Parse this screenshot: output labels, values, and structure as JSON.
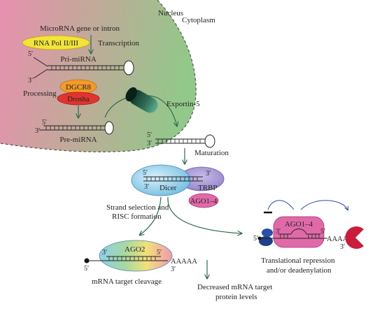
{
  "labels": {
    "nucleus": "Nucleus",
    "cytoplasm": "Cytoplasm",
    "gene": "MicroRNA gene or intron",
    "rna_pol": "RNA Pol II/III",
    "transcription": "Transcription",
    "pri_mirna": "Pri-miRNA",
    "processing": "Processing",
    "dgcr8": "DGCR8",
    "drosha": "Drosha",
    "pre_mirna": "Pre-miRNA",
    "exportin": "Exportin-5",
    "maturation": "Maturation",
    "dicer": "Dicer",
    "trbp": "TRBP",
    "ago14_small": "AGO1–4",
    "strand_line1": "Strand selection and",
    "strand_line2": "RISC formation",
    "ago2": "AGO2",
    "aaaaa_left": "AAAAA",
    "cleavage": "mRNA target cleavage",
    "decreased_line1": "Decreased mRNA target",
    "decreased_line2": "protein levels",
    "ago14_big": "AGO1–4",
    "aaaaa_right": "AAAAA",
    "transl_line1": "Translational repression",
    "transl_line2": "and/or deadenylation"
  },
  "ends": {
    "five": "5′",
    "three": "3′"
  },
  "colors": {
    "nucleus_pink": "#e08aa8",
    "nucleus_green": "#9cc88c",
    "rna_pol": "#f2e43a",
    "dgcr8": "#f29a2a",
    "drosha": "#e0352e",
    "exportin": "#1f4d3f",
    "dicer": "#7fc4e0",
    "trbp": "#a89ad0",
    "ago": "#e06aa8",
    "arrow": "#2e6b4a",
    "cap": "#2a4fa8",
    "pacman": "#c81e3c"
  }
}
